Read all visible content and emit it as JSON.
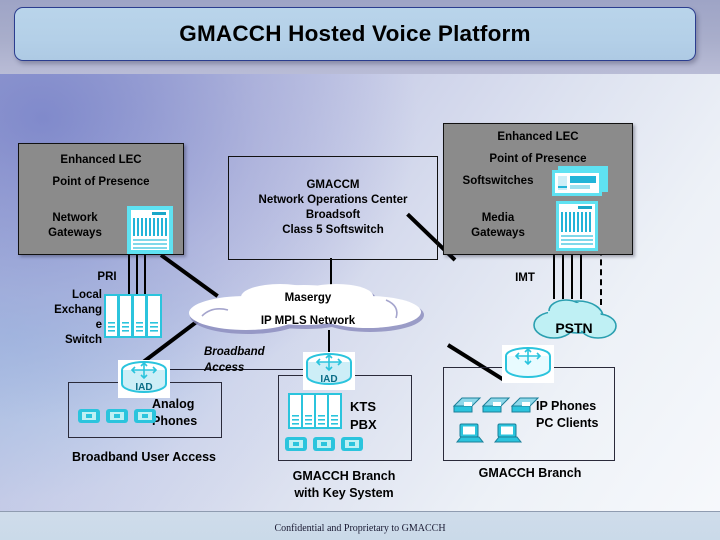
{
  "slide": {
    "title": "GMACCH Hosted Voice Platform",
    "footer": "Confidential and Proprietary to GMACCH"
  },
  "colors": {
    "title_fill": "#b9d4ea",
    "title_border": "#2b3d8f",
    "gray_box": "#8b8b8b",
    "icon_cyan": "#2bc4dd",
    "pstn_cloud": "#bff0f4",
    "line": "#000000"
  },
  "nodes": {
    "left_pop": {
      "line1": "Enhanced LEC",
      "line2": "Point of Presence",
      "line3": "Network\nGateways",
      "icon": "media-gateway-rack-icon"
    },
    "center_nоc": {
      "line1": "GMACCM",
      "line2": "Network Operations Center",
      "line3": "Broadsoft",
      "line4": "Class 5 Softswitch"
    },
    "right_pop": {
      "line1": "Enhanced LEC",
      "line2": "Point of Presence",
      "line3": "Softswitches",
      "line4": "Media\nGateways",
      "icon_softswitch": "softswitch-server-icon",
      "icon_mediagw": "media-gateway-rack-icon"
    },
    "local_exchange": {
      "label": "Local\nExchang\ne\nSwitch",
      "icon": "telco-switch-rack-icon"
    },
    "mpls_cloud": {
      "line1": "Masergy",
      "line2": "IP MPLS Network"
    },
    "pstn_cloud": {
      "label": "PSTN"
    },
    "broadband_user_access": {
      "router_label": "IAD",
      "device_label": "Analog\nPhones",
      "caption": "Broadband User Access",
      "phone_count": 3
    },
    "branch_key_system": {
      "router_label": "IAD",
      "device_label": "KTS\nPBX",
      "caption": "GMACCH Branch\nwith Key System",
      "phone_count": 3
    },
    "branch_ip": {
      "device_label": "IP Phones\nPC Clients",
      "caption": "GMACCH Branch",
      "ipphone_count": 3,
      "pc_count": 2
    }
  },
  "link_labels": {
    "pri": "PRI",
    "imt": "IMT",
    "broadband_access": "Broadband\nAccess"
  }
}
